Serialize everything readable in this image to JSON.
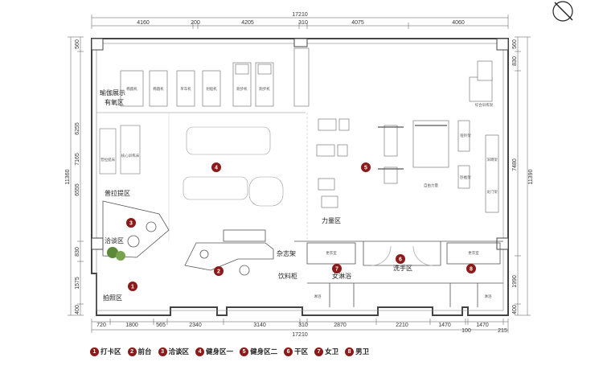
{
  "dims_top": [
    "4160",
    "200",
    "4205",
    "310",
    "4075",
    "4060"
  ],
  "dims_top_total": "17210",
  "dims_bottom": [
    "720",
    "1800",
    "565",
    "2340",
    "3140",
    "310",
    "2870",
    "2210",
    "1470",
    "100",
    "1470",
    "215"
  ],
  "dims_bottom_total": "17210",
  "dims_left_outer": "11360",
  "dims_left": [
    "560",
    "6255",
    "7165",
    "6555",
    "830",
    "1575",
    "400"
  ],
  "dims_right_outer": "11390",
  "dims_right": [
    "560",
    "830",
    "7480",
    "1990",
    "400"
  ],
  "room_labels": {
    "yoga": "瑜伽展示",
    "oxygen": "有氧区",
    "pilates": "普拉提区",
    "talk": "洽谈区",
    "photo": "拍照区",
    "sundry": "杂志架",
    "drink": "饮料柜",
    "power": "力量区",
    "wash": "洗手区",
    "women_bath": "女淋浴"
  },
  "equipment_labels": [
    "椭圆机",
    "椭圆机",
    "单车机",
    "划船机",
    "跑步机",
    "跑步机",
    "普拉提床",
    "核心训练床",
    "哑铃架",
    "卧推架",
    "自由力量",
    "深蹲架",
    "龙门架",
    "综合训练架",
    "更衣室",
    "更衣室",
    "淋浴",
    "淋浴"
  ],
  "markers": [
    "1",
    "2",
    "3",
    "4",
    "5",
    "6",
    "7",
    "8"
  ],
  "legend": [
    {
      "num": "1",
      "name": "打卡区"
    },
    {
      "num": "2",
      "name": "前台"
    },
    {
      "num": "3",
      "name": "洽谈区"
    },
    {
      "num": "4",
      "name": "健身区一"
    },
    {
      "num": "5",
      "name": "健身区二"
    },
    {
      "num": "6",
      "name": "干区"
    },
    {
      "num": "7",
      "name": "女卫"
    },
    {
      "num": "8",
      "name": "男卫"
    }
  ],
  "colors": {
    "marker": "#8b1a1a",
    "wall": "#444444",
    "plant": "#5d8a3a"
  },
  "north_icon": "north-arrow-icon"
}
